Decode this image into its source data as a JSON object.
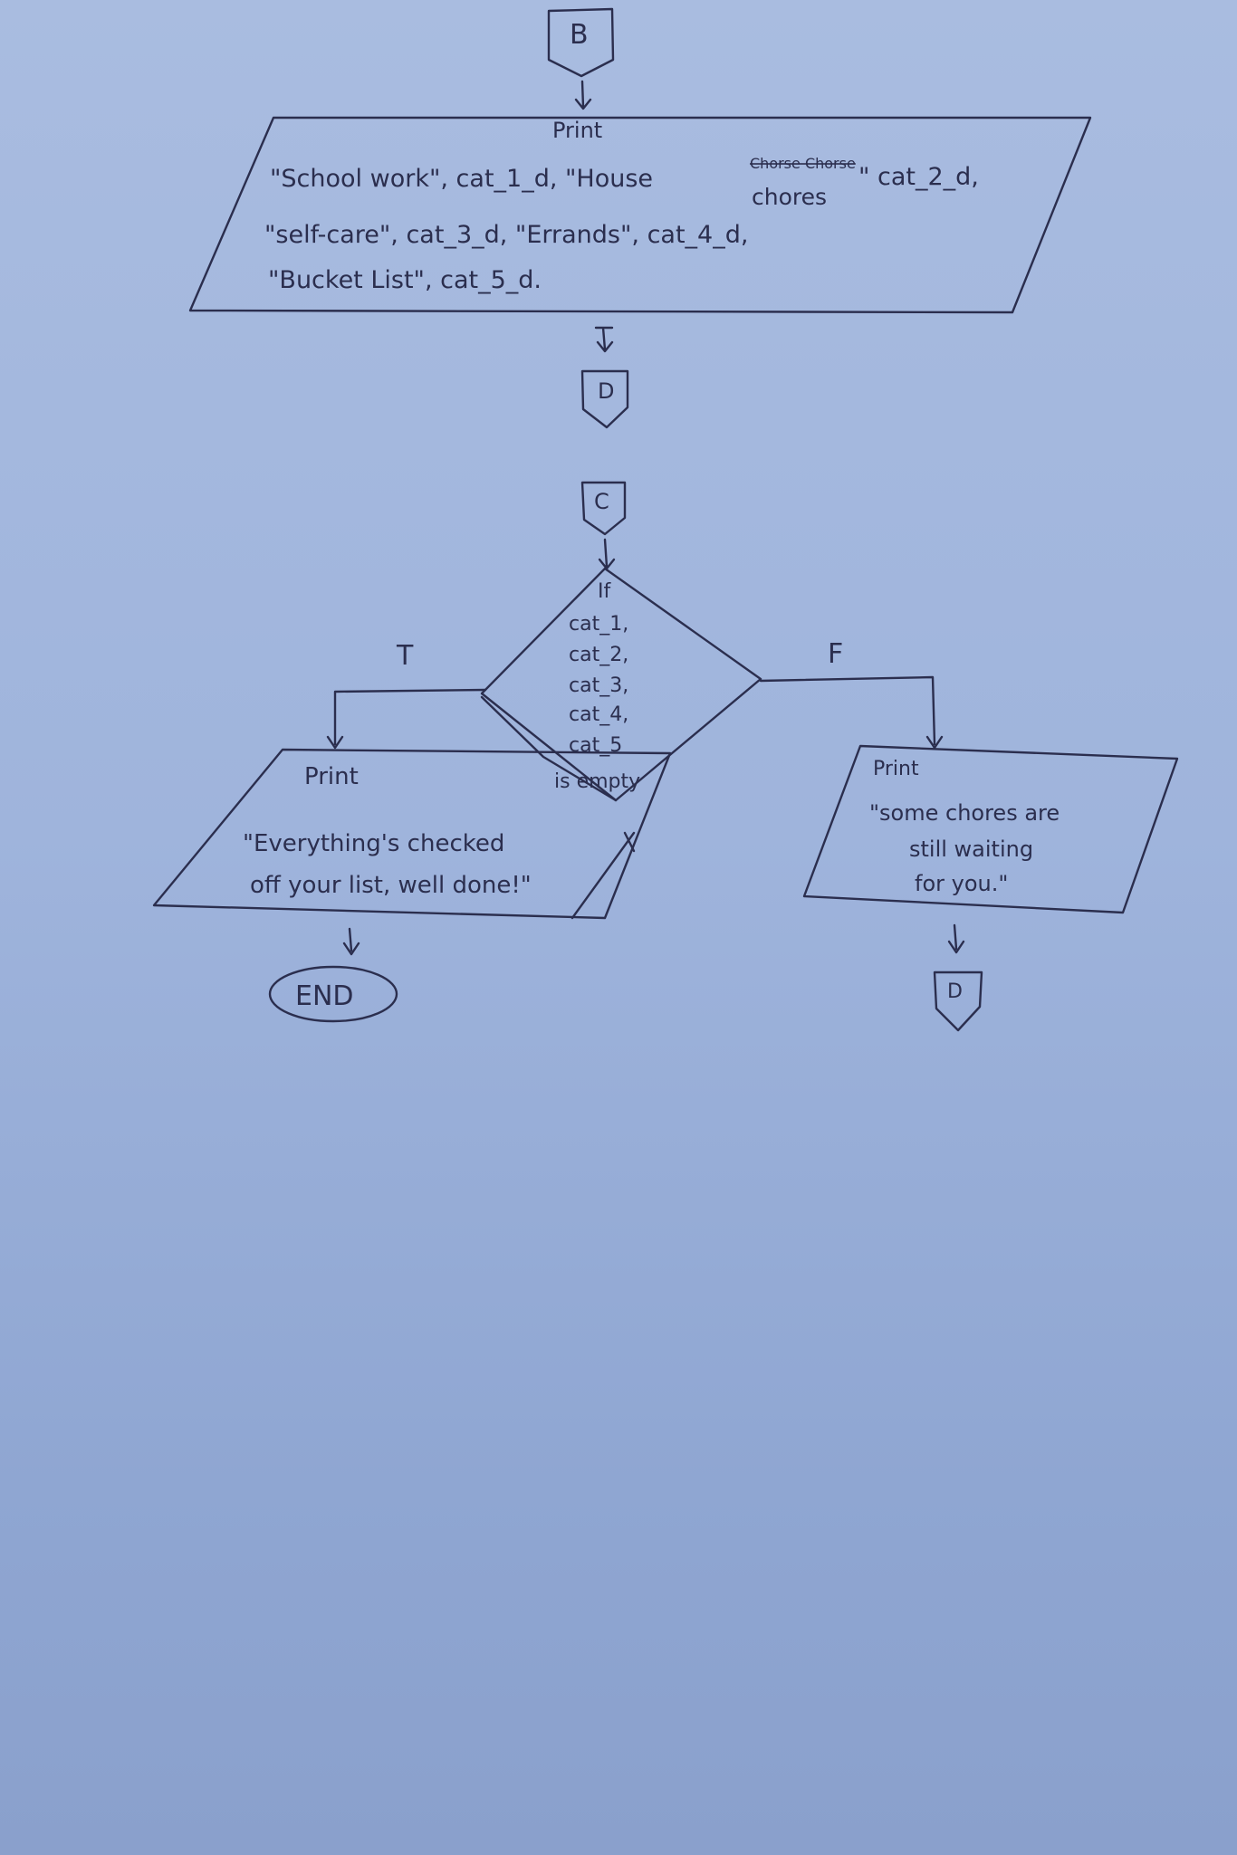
{
  "connectors": {
    "top_in": "B",
    "out_after_print": "D",
    "in_before_if": "C",
    "false_out": "D"
  },
  "print_block_1": {
    "keyword": "Print",
    "line1_a": "\"School work\", cat_1_d, \"House",
    "line1_struck": "Chorse Chorse",
    "line1_insert": "chores",
    "line1_b": "\" cat_2_d,",
    "line2": "\"self-care\", cat_3_d, \"Errands\", cat_4_d,",
    "line3": "\"Bucket List\", cat_5_d."
  },
  "decision": {
    "lines": [
      "If",
      "cat_1,",
      "cat_2,",
      "cat_3,",
      "cat_4,",
      "cat_5",
      "is empty"
    ],
    "true_label": "T",
    "false_label": "F"
  },
  "print_true": {
    "keyword": "Print",
    "line1": "\"Everything's checked",
    "line2": "off your list, well done!\""
  },
  "print_false": {
    "keyword": "Print",
    "line1": "\"some chores are",
    "line2": "still waiting",
    "line3": "for you.\""
  },
  "terminator": {
    "label": "END"
  }
}
